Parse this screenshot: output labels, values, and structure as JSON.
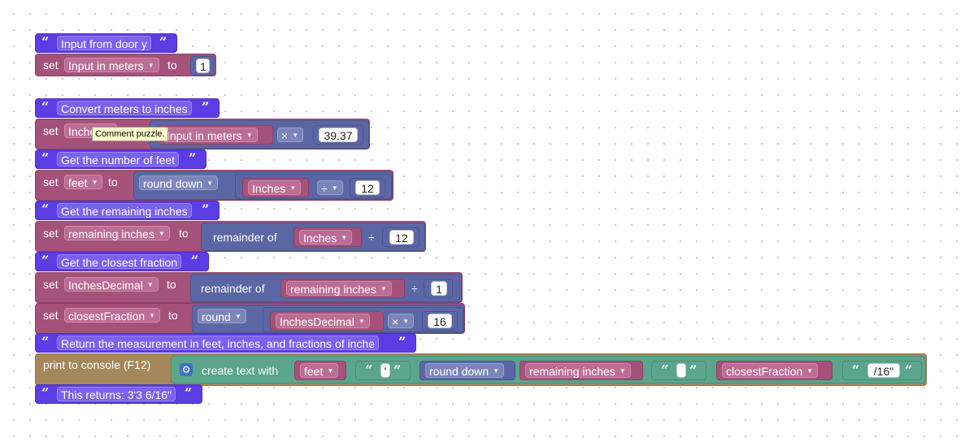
{
  "blocks": {
    "b1": {
      "comment": "Input from door y",
      "set": "set",
      "var": "Input in meters",
      "to": "to",
      "value": "1"
    },
    "b2": {
      "comment": "Convert meters to inches",
      "set": "set",
      "var": "Inches",
      "tooltip": "Comment puzzle.",
      "var2": "Input in meters",
      "op": "×",
      "value": "39.37"
    },
    "b3": {
      "comment": "Get the number of feet",
      "set": "set",
      "var": "feet",
      "to": "to",
      "func": "round down",
      "var2": "Inches",
      "op": "÷",
      "value": "12"
    },
    "b4": {
      "comment": "Get the remaining inches",
      "set": "set",
      "var": "remaining inches",
      "to": "to",
      "func": "remainder of",
      "var2": "Inches",
      "op": "÷",
      "value": "12"
    },
    "b5": {
      "comment": "Get the closest fraction",
      "set": "set",
      "var": "InchesDecimal",
      "to": "to",
      "func": "remainder of",
      "var2": "remaining inches",
      "op": "÷",
      "value": "1"
    },
    "b6": {
      "set": "set",
      "var": "closestFraction",
      "to": "to",
      "func": "round",
      "var2": "InchesDecimal",
      "op": "×",
      "value": "16"
    },
    "b7": {
      "comment": "Return the measurement in feet, inches, and fractions of inche",
      "print": "print to console (F12)",
      "create": "create text with",
      "var_feet": "feet",
      "str1": "'",
      "func": "round down",
      "var_inches": "remaining inches",
      "str2": " ",
      "var_frac": "closestFraction",
      "str3": "/16\""
    },
    "b8": {
      "comment": "This returns: 3'3 6/16\""
    }
  },
  "icons": {
    "quote_open": "“",
    "quote_close": "”",
    "dropdown": "▼",
    "gear": "⚙"
  },
  "colors": {
    "comment": "#5b3de4",
    "variable": "#a5527a",
    "math": "#5b67a5",
    "text": "#5ba58c",
    "print": "#a5875b",
    "tooltip": "#ffffcc"
  }
}
